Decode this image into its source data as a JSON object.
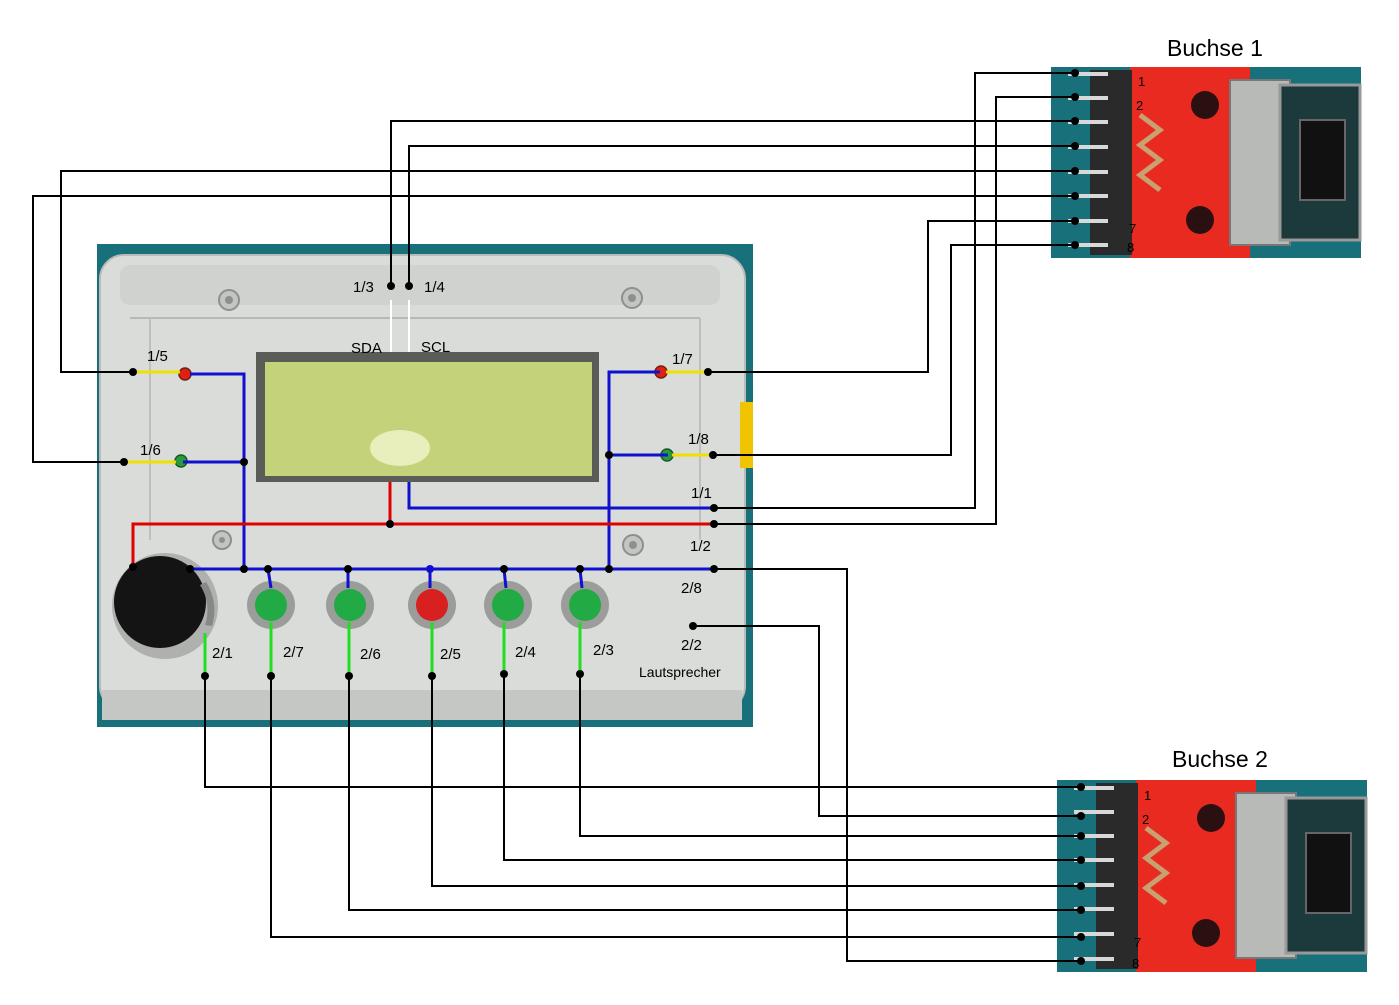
{
  "titles": {
    "socket1": "Buchse 1",
    "socket2": "Buchse 2"
  },
  "device_labels": {
    "sda": "SDA",
    "scl": "SCL",
    "speaker": "Lautsprecher"
  },
  "connection_labels": {
    "c13": "1/3",
    "c14": "1/4",
    "c15": "1/5",
    "c16": "1/6",
    "c17": "1/7",
    "c18": "1/8",
    "c11": "1/1",
    "c12": "1/2",
    "c28": "2/8",
    "c22": "2/2",
    "c21": "2/1",
    "c27": "2/7",
    "c26": "2/6",
    "c25": "2/5",
    "c24": "2/4",
    "c23": "2/3"
  },
  "socket_pins": {
    "p1": "1",
    "p2": "2",
    "p7": "7",
    "p8": "8"
  },
  "colors": {
    "black_wire": "#000000",
    "blue_wire": "#1010d0",
    "red_wire": "#e00000",
    "yellow_wire": "#f0e000",
    "green_wire": "#22dd22",
    "photo_bg": "#18707a",
    "housing": "#d9dcd8",
    "lcd": "#c4d27a",
    "board": "#e82a20"
  },
  "icons": {
    "knob": "rotary-knob-icon",
    "button": "push-button-icon",
    "led": "led-icon",
    "connector": "rj45-socket-icon"
  }
}
